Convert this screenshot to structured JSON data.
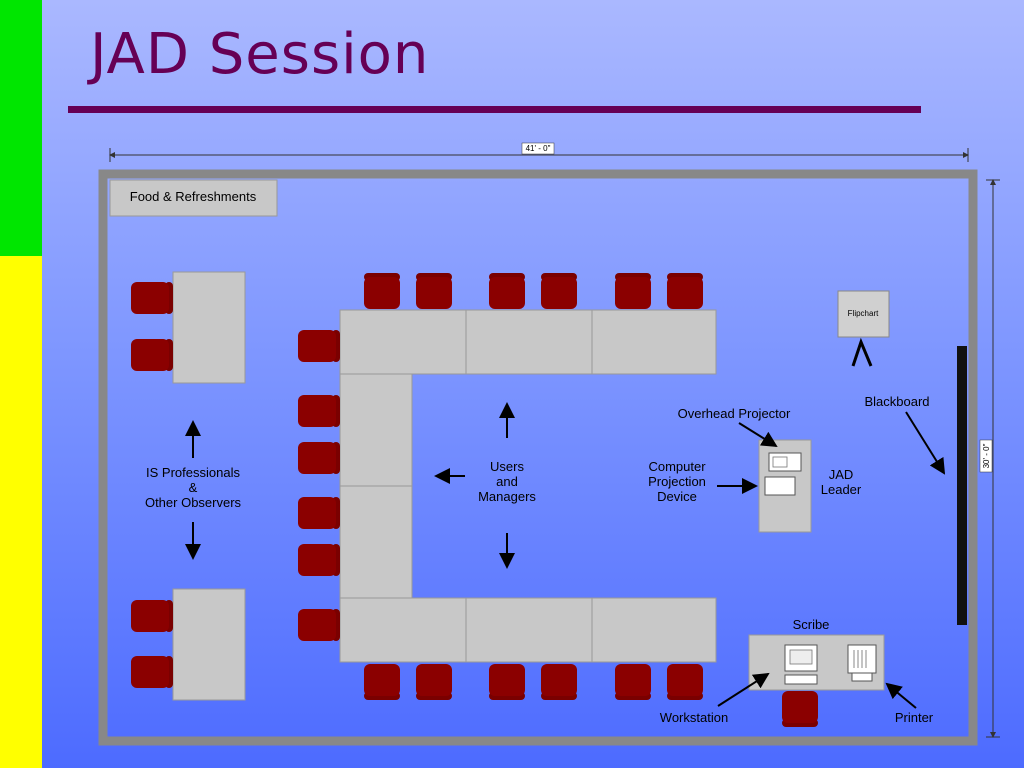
{
  "title": "JAD Session",
  "dimensions": {
    "width": "41' - 0\"",
    "height": "30' - 0\""
  },
  "labels": {
    "food": "Food & Refreshments",
    "flipchart": "Flipchart",
    "blackboard": "Blackboard",
    "overhead": "Overhead Projector",
    "computer_projection": [
      "Computer",
      "Projection",
      "Device"
    ],
    "jad_leader": [
      "JAD",
      "Leader"
    ],
    "users": [
      "Users",
      "and",
      "Managers"
    ],
    "is_pros": [
      "IS Professionals",
      "&",
      "Other Observers"
    ],
    "scribe": "Scribe",
    "workstation": "Workstation",
    "printer": "Printer"
  },
  "colors": {
    "chair": "#8b0000",
    "table": "#c8c8c8",
    "wall": "#888888",
    "title": "#660055",
    "band_top": "#00e600",
    "band_bottom": "#ffff00"
  }
}
